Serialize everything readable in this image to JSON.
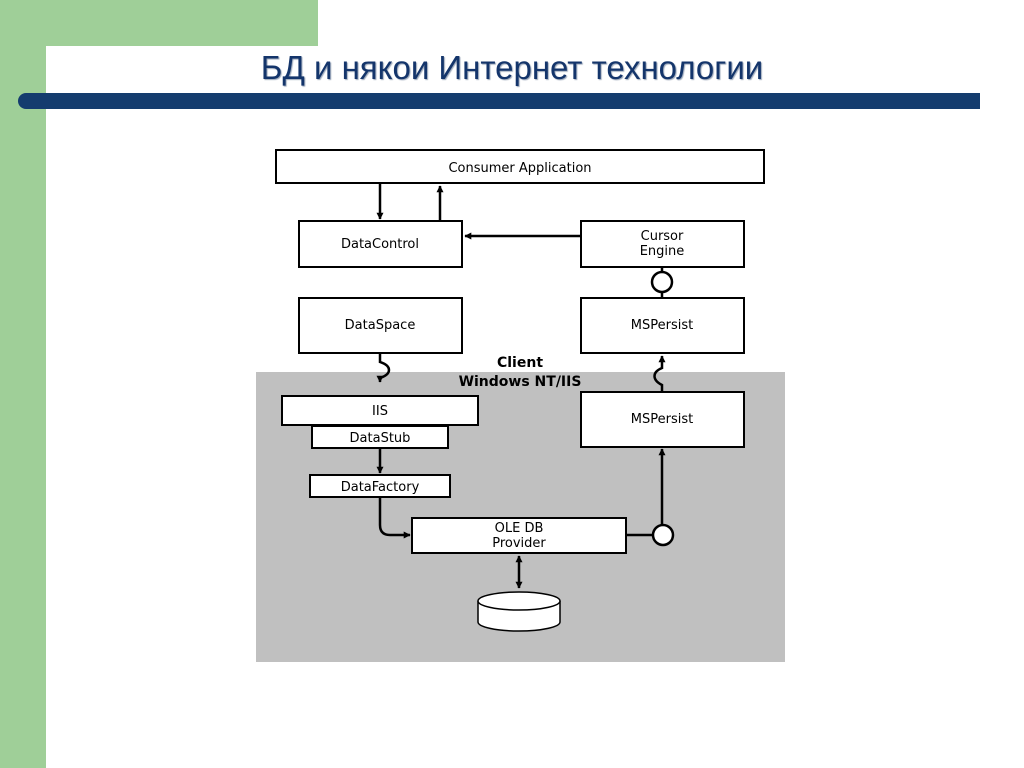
{
  "slide": {
    "title": "БД и някои Интернет технологии",
    "colors": {
      "green_accent": "#9fcf98",
      "title_bar": "#143c6e",
      "title_text": "#14356b",
      "server_region": "#c0c0c0"
    }
  },
  "diagram": {
    "boxes": {
      "consumer_application": "Consumer Application",
      "data_control": "DataControl",
      "cursor_engine_line1": "Cursor",
      "cursor_engine_line2": "Engine",
      "data_space": "DataSpace",
      "mspersist_client": "MSPersist",
      "iis": "IIS",
      "data_stub": "DataStub",
      "data_factory": "DataFactory",
      "mspersist_server": "MSPersist",
      "ole_db_line1": "OLE DB",
      "ole_db_line2": "Provider"
    },
    "labels": {
      "client": "Client",
      "server": "Windows NT/IIS"
    }
  }
}
